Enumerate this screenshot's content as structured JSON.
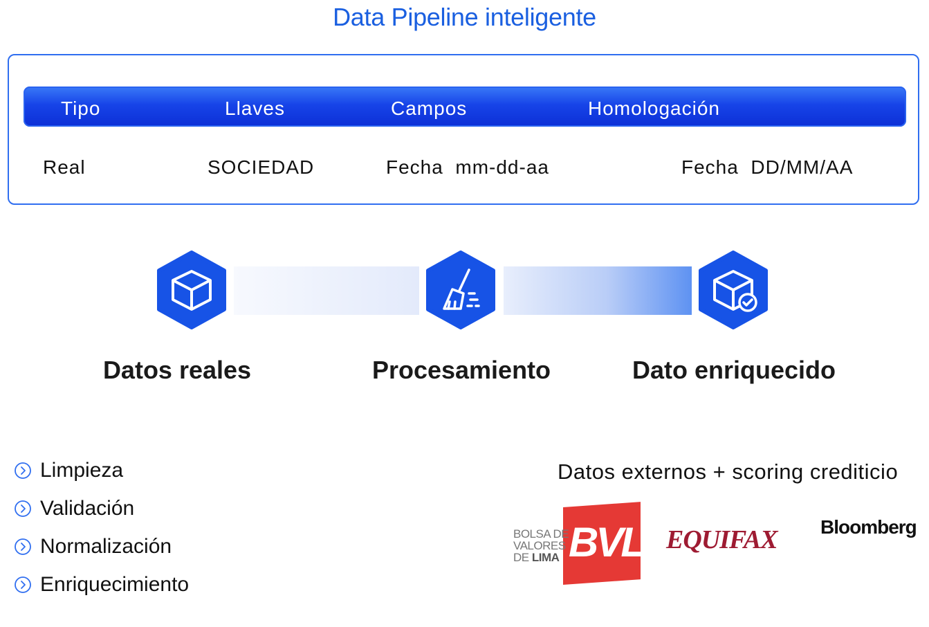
{
  "title": "Data Pipeline inteligente",
  "table": {
    "headers": [
      "Tipo",
      "Llaves",
      "Campos",
      "Homologación"
    ],
    "row": [
      "Real",
      "SOCIEDAD",
      "Fecha  mm-dd-aa",
      "Fecha  DD/MM/AA"
    ]
  },
  "pipeline": {
    "stages": [
      {
        "label": "Datos reales",
        "icon": "cube-icon"
      },
      {
        "label": "Procesamiento",
        "icon": "broom-icon"
      },
      {
        "label": "Dato enriquecido",
        "icon": "cube-check-icon"
      }
    ]
  },
  "checklist": [
    "Limpieza",
    "Validación",
    "Normalización",
    "Enriquecimiento"
  ],
  "external": {
    "title": "Datos externos + scoring crediticio",
    "logos": {
      "bvl": {
        "line1": "BOLSA DE",
        "line2": "VALORES",
        "line3_a": "DE ",
        "line3_b": "LIMA",
        "mark": "BVL"
      },
      "equifax": "EQUIFAX",
      "bloomberg": "Bloomberg"
    }
  },
  "colors": {
    "accent": "#1a5fe0",
    "header": "#1744e8",
    "icon_bg": "#1753e6",
    "bvl_red": "#e53935",
    "equifax": "#9e1b32"
  }
}
